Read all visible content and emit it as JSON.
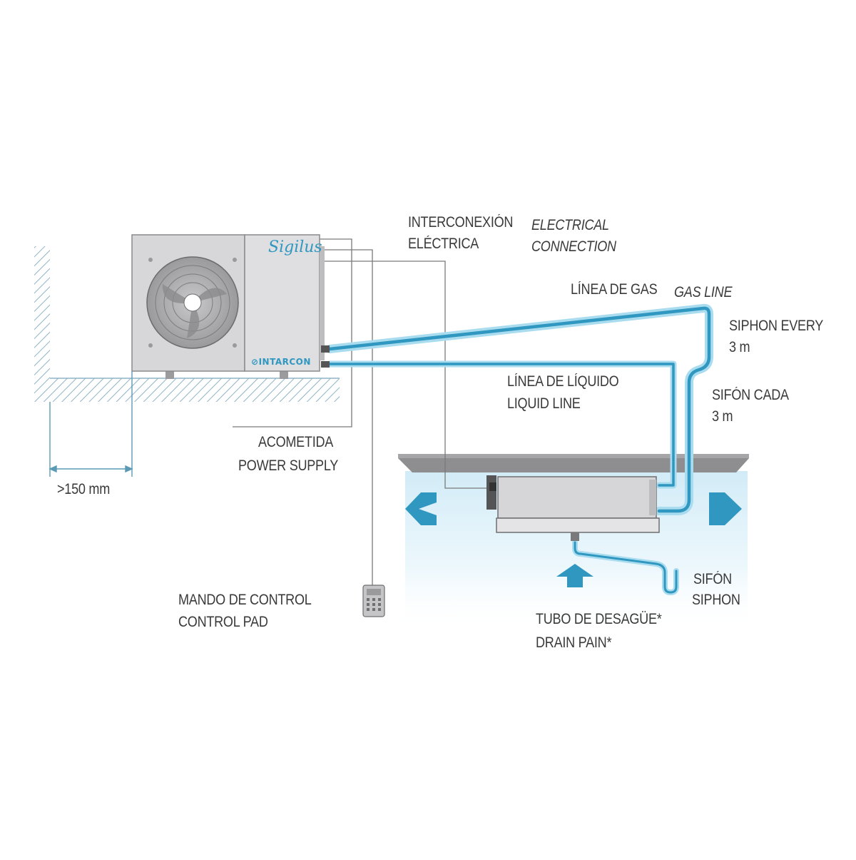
{
  "outdoor_unit": {
    "brand_script": "Sigilus",
    "logo": "INTARCON"
  },
  "labels": {
    "interconnect_es_1": "INTERCONEXIÓN",
    "interconnect_es_2": "ELÉCTRICA",
    "electrical_en_1": "ELECTRICAL",
    "electrical_en_2": "CONNECTION",
    "gas_es": "LÍNEA DE GAS",
    "gas_en": "GAS LINE",
    "siphon_every_1": "SIPHON EVERY",
    "siphon_every_2": "3 m",
    "sifon_cada_1": "SIFÓN CADA",
    "sifon_cada_2": "3 m",
    "liquid_es": "LÍNEA DE LÍQUIDO",
    "liquid_en": "LIQUID LINE",
    "power_es": "ACOMETIDA",
    "power_en": "POWER SUPPLY",
    "clearance": ">150 mm",
    "control_es": "MANDO DE CONTROL",
    "control_en": "CONTROL PAD",
    "sifon_es": "SIFÓN",
    "siphon_en": "SIPHON",
    "drain_es": "TUBO DE DESAGÜE*",
    "drain_en": "DRAIN PAIN*"
  },
  "colors": {
    "pipe": "#2f97c0",
    "pipe_glow": "#a9dcef",
    "hatch": "#8fb4c6",
    "unit_body": "#dcdcde",
    "text": "#3a3a3a",
    "wire": "#7a7a7a"
  }
}
